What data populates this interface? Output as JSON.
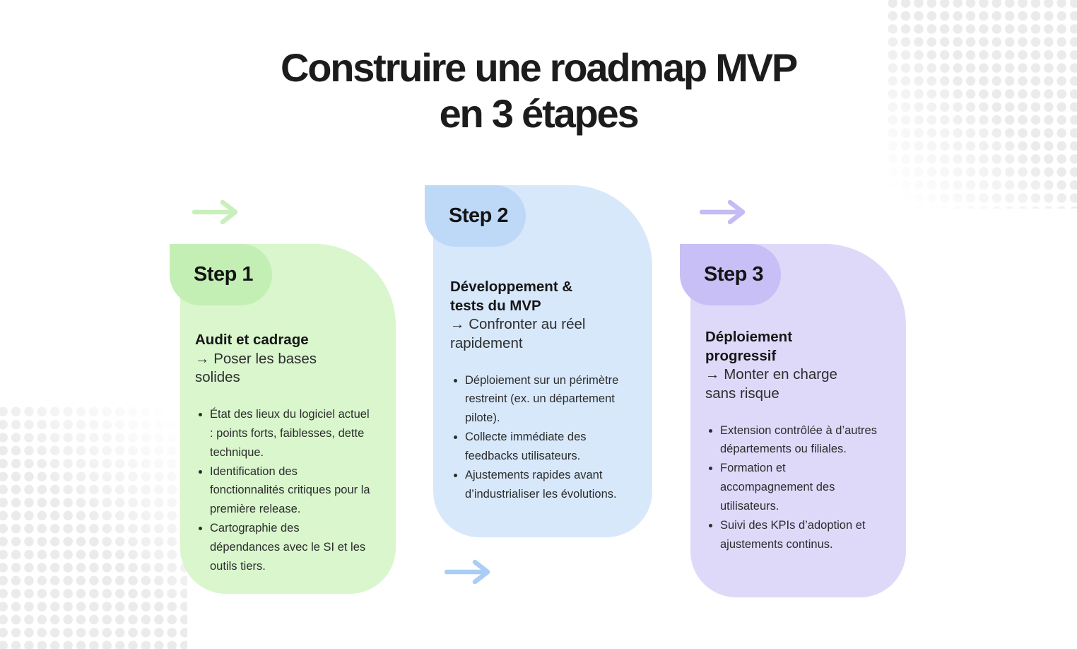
{
  "title": {
    "line1": "Construire une roadmap MVP",
    "line2": "en 3 étapes",
    "color": "#1c1c1c"
  },
  "steps": [
    {
      "label": "Step 1",
      "heading": "Audit et cadrage",
      "subtitle": "→ Poser les bases solides",
      "bullets": [
        "État des lieux du logiciel actuel : points forts, faiblesses, dette technique.",
        "Identification des fonctionnalités critiques pour la première release.",
        "Cartographie des dépendances avec le SI et les outils tiers."
      ],
      "colors": {
        "tab": "#c3efb4",
        "body": "#d9f6cd",
        "arrow": "#c9f0bc"
      }
    },
    {
      "label": "Step 2",
      "heading": "Développement & tests du MVP",
      "subtitle": "→ Confronter au réel rapidement",
      "bullets": [
        "Déploiement sur un périmètre restreint (ex. un département pilote).",
        "Collecte immédiate des feedbacks utilisateurs.",
        "Ajustements rapides avant d’industrialiser les évolutions."
      ],
      "colors": {
        "tab": "#bed9f7",
        "body": "#d7e8fb",
        "arrow": "#aacdf6"
      }
    },
    {
      "label": "Step 3",
      "heading": "Déploiement progressif",
      "subtitle": "→ Monter en charge sans risque",
      "bullets": [
        "Extension contrôlée à d’autres départements ou filiales.",
        "Formation et accompagnement des utilisateurs.",
        "Suivi des KPIs d’adoption et ajustements continus."
      ],
      "colors": {
        "tab": "#c8bff6",
        "body": "#ded9f9",
        "arrow": "#c4bcf4"
      }
    }
  ],
  "decor": {
    "dot_color": "#ebebeb"
  }
}
